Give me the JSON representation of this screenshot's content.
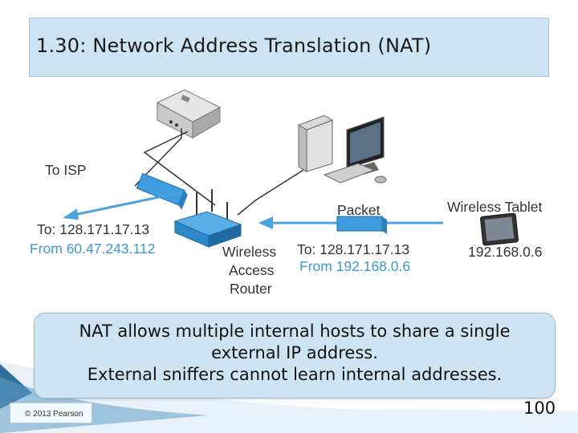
{
  "title": "1.30: Network Address Translation (NAT)",
  "diagram": {
    "to_isp": "To ISP",
    "left_to": "To: 128.171.17.13",
    "left_from": "From 60.47.243.112",
    "router_line1": "Wireless",
    "router_line2": "Access",
    "router_line3": "Router",
    "packet": "Packet",
    "right_to": "To: 128.171.17.13",
    "right_from": "From 192.168.0.6",
    "tablet_label": "Wireless Tablet",
    "tablet_ip": "192.168.0.6"
  },
  "note": {
    "line1": "NAT allows multiple internal hosts to share a single",
    "line2": "external IP address.",
    "line3": "External sniffers cannot learn internal addresses."
  },
  "copyright": "© 2013 Pearson",
  "page_number": "100",
  "colors": {
    "title_bg": "#cfe4f3",
    "arrow_blue": "#4aa3df",
    "from_text": "#3d96d4"
  }
}
